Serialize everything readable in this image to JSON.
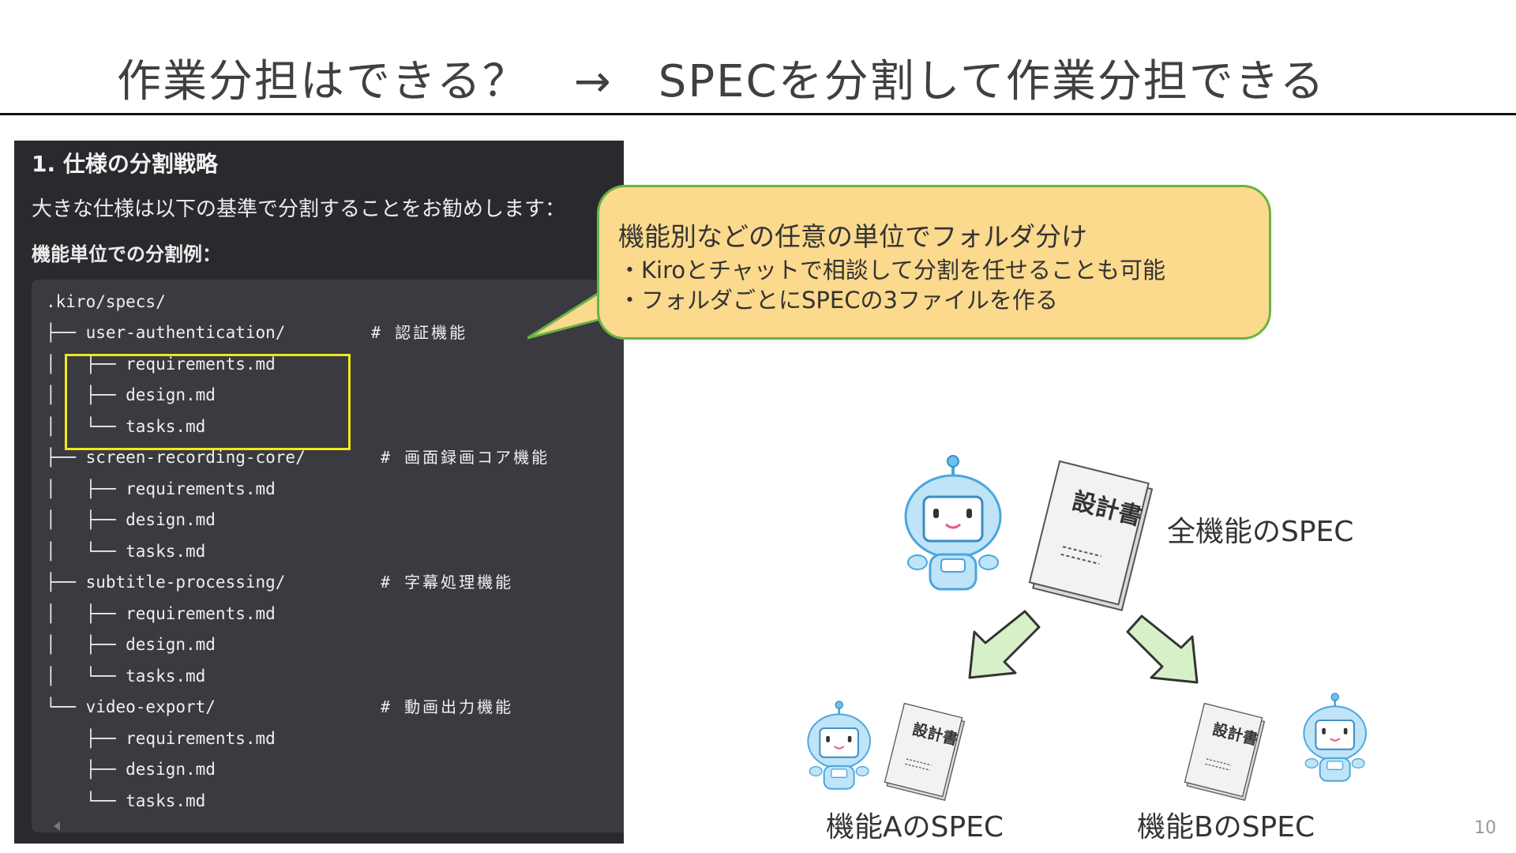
{
  "slide": {
    "title": "作業分担はできる？　→　SPECを分割して作業分担できる",
    "page_number": "10"
  },
  "screenshot": {
    "heading": "1. 仕様の分割戦略",
    "paragraph": "大きな仕様は以下の基準で分割することをお勧めします：",
    "subheading": "機能単位での分割例：",
    "code_lines": [
      ".kiro/specs/",
      "├── user-authentication/",
      "│   ├── requirements.md",
      "│   ├── design.md",
      "│   └── tasks.md",
      "├── screen-recording-core/",
      "│   ├── requirements.md",
      "│   ├── design.md",
      "│   └── tasks.md",
      "├── subtitle-processing/",
      "│   ├── requirements.md",
      "│   ├── design.md",
      "│   └── tasks.md",
      "└── video-export/",
      "    ├── requirements.md",
      "    ├── design.md",
      "    └── tasks.md"
    ],
    "comments": [
      "# 認証機能",
      "# 画面録画コア機能",
      "# 字幕処理機能",
      "# 動画出力機能"
    ]
  },
  "callout": {
    "line1": "機能別などの任意の単位でフォルダ分け",
    "line2": "・Kiroとチャットで相談して分割を任せることも可能",
    "line3": "・フォルダごとにSPECの3ファイルを作る"
  },
  "diagram": {
    "doc_label": "設計書",
    "all_spec_label": "全機能のSPEC",
    "spec_a_label": "機能AのSPEC",
    "spec_b_label": "機能BのSPEC"
  },
  "colors": {
    "callout_fill": "#fbd98d",
    "callout_border": "#6ab344",
    "code_bg": "#3a3a40",
    "highlight": "#f0e81a",
    "arrow_fill": "#d8f0c8"
  }
}
